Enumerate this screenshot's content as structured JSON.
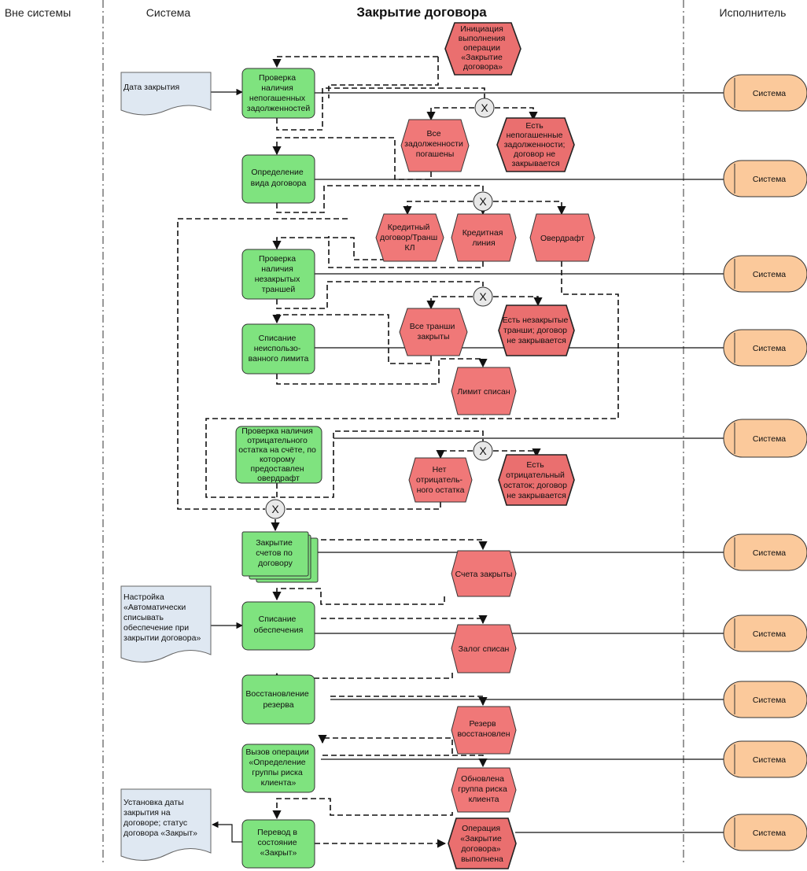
{
  "lanes": {
    "outside": "Вне системы",
    "system": "Система",
    "executor": "Исполнитель"
  },
  "title": "Закрытие договора",
  "functions": {
    "f1": [
      "Проверка",
      "наличия",
      "непогашенных",
      "задолженностей"
    ],
    "f2": [
      "Определение",
      "вида договора"
    ],
    "f3": [
      "Проверка",
      "наличия",
      "незакрытых",
      "траншей"
    ],
    "f4": [
      "Списание",
      "неиспользо-",
      "ванного лимита"
    ],
    "f5": [
      "Проверка наличия",
      "отрицательного",
      "остатка на счёте, по",
      "которому",
      "предоставлен",
      "овердрафт"
    ],
    "f6": [
      "Закрытие",
      "счетов по",
      "договору"
    ],
    "f7": [
      "Списание",
      "обеспечения"
    ],
    "f8": [
      "Восстановление",
      "резерва"
    ],
    "f9": [
      "Вызов операции",
      "«Определение",
      "группы риска",
      "клиента»"
    ],
    "f10": [
      "Перевод в",
      "состояние",
      "«Закрыт»"
    ]
  },
  "events": {
    "e_start": [
      "Инициация",
      "выполнения",
      "операции",
      "«Закрытие",
      "договора»"
    ],
    "e_paid": [
      "Все",
      "задолженности",
      "погашены"
    ],
    "e_unpaid": [
      "Есть",
      "непогашенные",
      "задолженности;",
      "договор не",
      "закрывается"
    ],
    "e_credit": [
      "Кредитный",
      "договор/Транш",
      "КЛ"
    ],
    "e_line": [
      "Кредитная",
      "линия"
    ],
    "e_overdraft": [
      "Овердрафт"
    ],
    "e_tranches_closed": [
      "Все транши",
      "закрыты"
    ],
    "e_tranches_open": [
      "Есть незакрытые",
      "транши; договор",
      "не закрывается"
    ],
    "e_limit": [
      "Лимит списан"
    ],
    "e_no_negative": [
      "Нет",
      "отрицатель-",
      "ного остатка"
    ],
    "e_negative": [
      "Есть",
      "отрицательный",
      "остаток; договор",
      "не закрывается"
    ],
    "e_accounts": [
      "Счета закрыты"
    ],
    "e_collateral": [
      "Залог списан"
    ],
    "e_reserve": [
      "Резерв",
      "восстановлен"
    ],
    "e_risk": [
      "Обновлена",
      "группа риска",
      "клиента"
    ],
    "e_end": [
      "Операция",
      "«Закрытие",
      "договора»",
      "выполнена"
    ]
  },
  "documents": {
    "d1": [
      "Дата закрытия"
    ],
    "d2": [
      "Настройка",
      "«Автоматически",
      "списывать",
      "обеспечение при",
      "закрытии договора»"
    ],
    "d3": [
      "Установка даты",
      "закрытия на",
      "договоре; статус",
      "договора «Закрыт»"
    ]
  },
  "actor_label": "Система",
  "xor_label": "X"
}
